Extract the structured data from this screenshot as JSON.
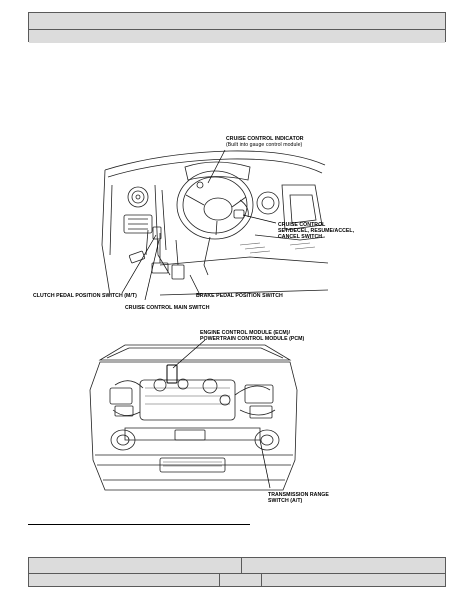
{
  "figure1": {
    "labels": {
      "cruise_indicator": "CRUISE CONTROL INDICATOR",
      "cruise_indicator_note": "(Built into gauge control module)",
      "cruise_switch_1": "CRUISE CONTROL",
      "cruise_switch_2": "SET/DECEL, RESUME/ACCEL,",
      "cruise_switch_3": "CANCEL SWITCH",
      "clutch_switch": "CLUTCH PEDAL POSITION SWITCH (M/T)",
      "brake_switch": "BRAKE PEDAL POSITION SWITCH",
      "main_switch": "CRUISE CONTROL MAIN SWITCH"
    }
  },
  "figure2": {
    "labels": {
      "ecm_1": "ENGINE CONTROL MODULE (ECM)/",
      "ecm_2": "POWERTRAIN CONTROL MODULE (PCM)",
      "trs_1": "TRANSMISSION RANGE",
      "trs_2": "SWITCH (A/T)"
    }
  }
}
